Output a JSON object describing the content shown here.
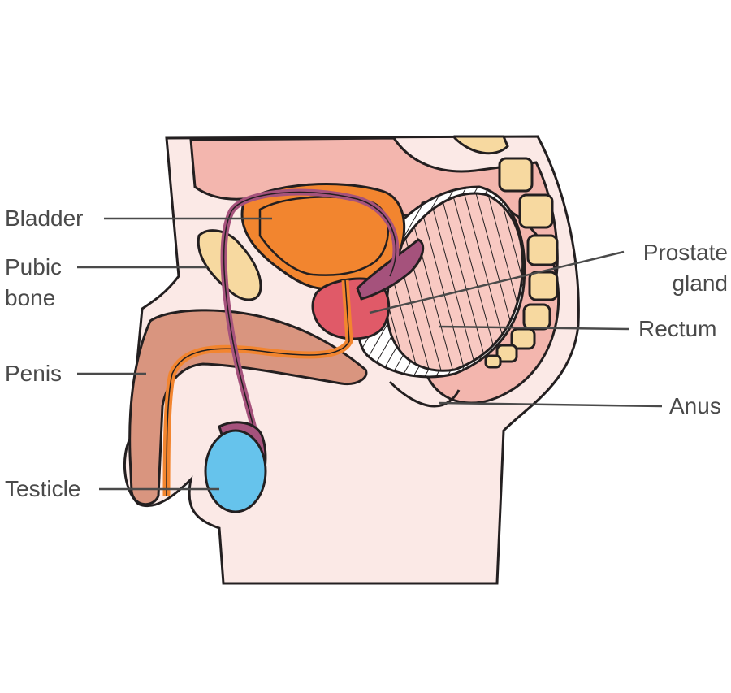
{
  "labels": {
    "bladder": "Bladder",
    "pubic_bone_line1": "Pubic",
    "pubic_bone_line2": "bone",
    "penis": "Penis",
    "testicle": "Testicle",
    "prostate_line1": "Prostate",
    "prostate_line2": "gland",
    "rectum": "Rectum",
    "anus": "Anus"
  },
  "colors": {
    "skin": "#fbe9e6",
    "cavity": "#f3b6ae",
    "bladder": "#f2852f",
    "bone": "#f7d9a0",
    "penis_tissue": "#d9957f",
    "urethra": "#f2852f",
    "vas_deferens": "#a5527c",
    "testicle": "#66c3ec",
    "prostate": "#e05a68",
    "rectum": "#f3b6ae",
    "outline": "#231f20",
    "label_text": "#4a4a4a"
  }
}
